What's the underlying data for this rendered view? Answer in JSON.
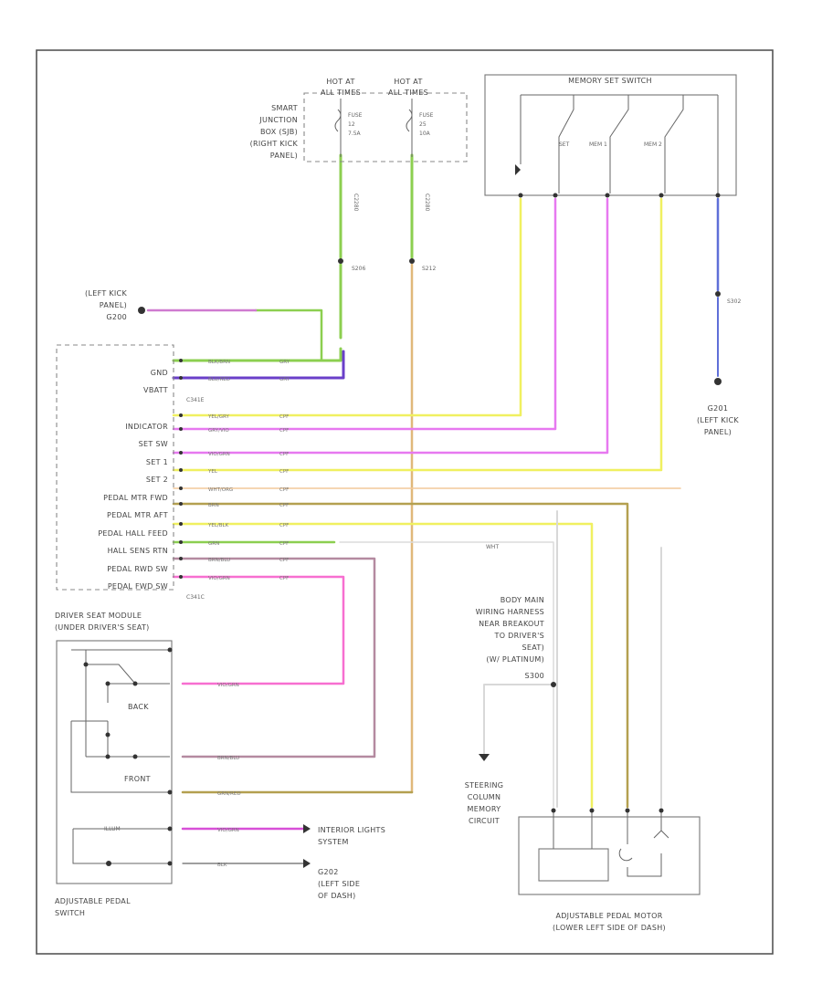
{
  "colors": {
    "frame": "#555555",
    "wire_green": "#8ccf50",
    "wire_violet": "#6a3fc9",
    "wire_yellow": "#f0f060",
    "wire_magenta": "#e779f0",
    "wire_tan": "#e0b87a",
    "wire_brown_olive": "#b4a050",
    "wire_white": "#d8d8d8",
    "wire_blue": "#5f6fd8",
    "wire_pink": "#f76fd0",
    "wire_mauve": "#b48aa0"
  },
  "smart_junction_box": {
    "label_lines": [
      "SMART",
      "JUNCTION",
      "BOX (SJB)",
      "(RIGHT KICK",
      "PANEL)"
    ],
    "hot1_lines": [
      "HOT AT",
      "ALL TIMES"
    ],
    "hot2_lines": [
      "HOT AT",
      "ALL TIMES"
    ],
    "fuse1_lines": [
      "FUSE",
      "12",
      "7.5A"
    ],
    "fuse2_lines": [
      "FUSE",
      "25",
      "10A"
    ],
    "conn1": "C2280",
    "conn2": "C2280"
  },
  "splices": {
    "s1": "S206",
    "s2": "S212",
    "s3": "S302"
  },
  "memory_switch": {
    "title": "MEMORY SET SWITCH",
    "contacts": [
      "SET",
      "MEM 1",
      "MEM 2"
    ]
  },
  "grounds": {
    "top_left_lines": [
      "(LEFT KICK",
      "PANEL)",
      "G200"
    ],
    "right_lines": [
      "G201",
      "(LEFT KICK",
      "PANEL)"
    ],
    "dash_lines": [
      "G202",
      "(LEFT SIDE",
      "OF DASH)"
    ]
  },
  "module": {
    "pins": [
      "GND",
      "VBATT",
      "INDICATOR",
      "SET SW",
      "SET 1",
      "SET 2",
      "PEDAL MTR FWD",
      "PEDAL MTR AFT",
      "PEDAL HALL FEED",
      "HALL SENS RTN",
      "PEDAL RWD SW",
      "PEDAL FWD SW"
    ],
    "conn_a": "C341E",
    "conn_b": "C341C",
    "label_lines": [
      "DRIVER SEAT MODULE",
      "(UNDER DRIVER'S SEAT)"
    ]
  },
  "pedal_switch": {
    "back_label": "BACK",
    "front_label": "FRONT",
    "label_lines": [
      "ADJUSTABLE PEDAL",
      "SWITCH"
    ]
  },
  "interior_lights": [
    "INTERIOR LIGHTS",
    "SYSTEM"
  ],
  "body_harness": [
    "BODY MAIN",
    "WIRING HARNESS",
    "NEAR BREAKOUT",
    "TO DRIVER'S",
    "SEAT)",
    "(W/ PLATINUM)",
    "S300"
  ],
  "steering_memory": [
    "STEERING",
    "COLUMN",
    "MEMORY",
    "CIRCUIT"
  ],
  "wht_label": "WHT",
  "pedal_motor": [
    "ADJUSTABLE PEDAL MOTOR",
    "(LOWER LEFT SIDE OF DASH)"
  ]
}
